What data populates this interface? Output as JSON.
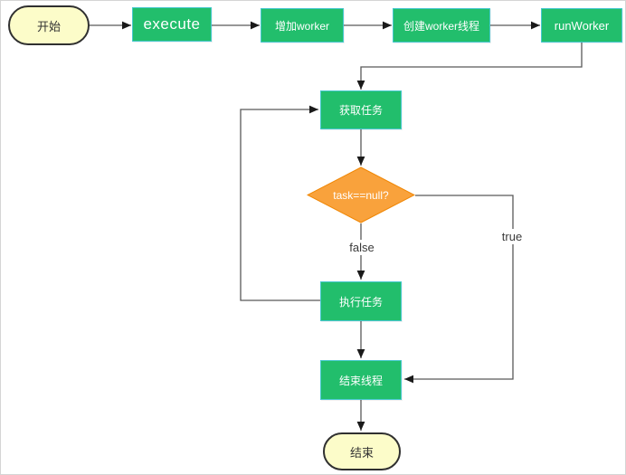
{
  "flowchart": {
    "nodes": {
      "start": {
        "label": "开始",
        "type": "terminator"
      },
      "execute": {
        "label": "execute",
        "type": "process"
      },
      "add_worker": {
        "label": "增加worker",
        "type": "process"
      },
      "create_worker_thread": {
        "label": "创建worker线程",
        "type": "process"
      },
      "run_worker": {
        "label": "runWorker",
        "type": "process"
      },
      "get_task": {
        "label": "获取任务",
        "type": "process"
      },
      "task_null_check": {
        "label": "task==null?",
        "type": "decision"
      },
      "execute_task": {
        "label": "执行任务",
        "type": "process"
      },
      "end_thread": {
        "label": "结束线程",
        "type": "process"
      },
      "end": {
        "label": "结束",
        "type": "terminator"
      }
    },
    "edge_labels": {
      "false_branch": "false",
      "true_branch": "true"
    },
    "edges": [
      {
        "from": "start",
        "to": "execute"
      },
      {
        "from": "execute",
        "to": "add_worker"
      },
      {
        "from": "add_worker",
        "to": "create_worker_thread"
      },
      {
        "from": "create_worker_thread",
        "to": "run_worker"
      },
      {
        "from": "run_worker",
        "to": "get_task"
      },
      {
        "from": "get_task",
        "to": "task_null_check"
      },
      {
        "from": "task_null_check",
        "to": "execute_task",
        "label": "false"
      },
      {
        "from": "task_null_check",
        "to": "end_thread",
        "label": "true"
      },
      {
        "from": "execute_task",
        "to": "get_task"
      },
      {
        "from": "execute_task",
        "to": "end_thread"
      },
      {
        "from": "end_thread",
        "to": "end"
      }
    ],
    "colors": {
      "process_fill": "#22BE6C",
      "process_border": "#46C8CE",
      "decision_fill": "#F9A23C",
      "decision_border": "#F08705",
      "terminator_fill": "#FCFCC9",
      "terminator_border": "#303030",
      "connector_line": "#595959",
      "arrowhead": "#1A1A1A",
      "text_on_shape": "#FFFFFF",
      "canvas_background": "#FFFFFF"
    }
  }
}
